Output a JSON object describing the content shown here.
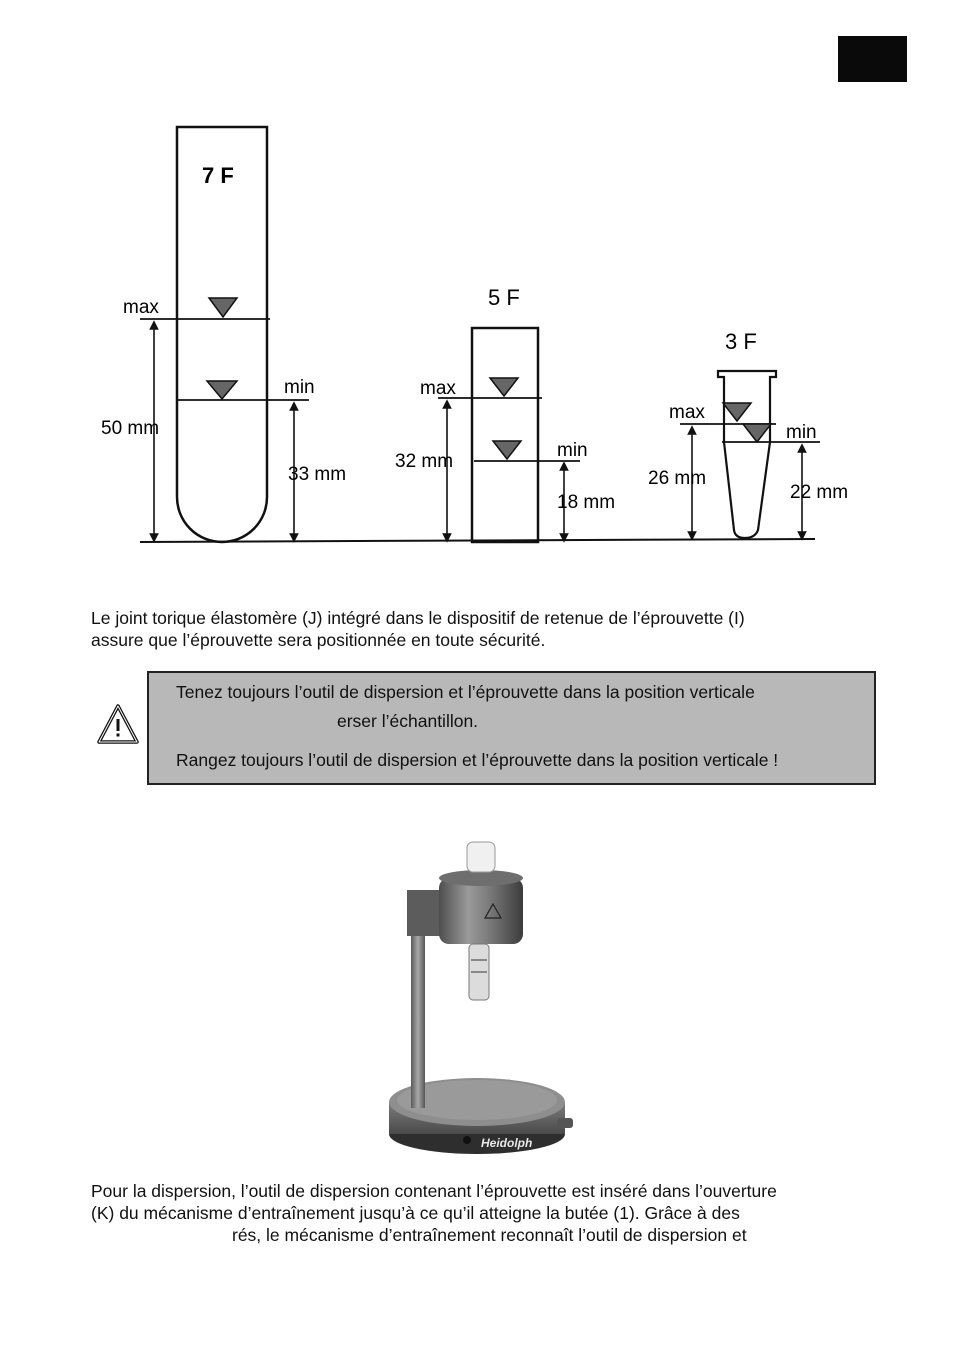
{
  "figure": {
    "tubes": [
      {
        "title": "7 F",
        "max_label": "max",
        "min_label": "min",
        "max_height": "50 mm",
        "min_height": "33 mm"
      },
      {
        "title": "5 F",
        "max_label": "max",
        "min_label": "min",
        "max_height": "32 mm",
        "min_height": "18 mm"
      },
      {
        "title": "3 F",
        "max_label": "max",
        "min_label": "min",
        "max_height": "26 mm",
        "min_height": "22 mm"
      }
    ]
  },
  "paragraph1": {
    "lines": [
      "Le joint torique élastomère (J) intégré dans le dispositif de retenue de l’éprouvette (I)",
      "assure que l’éprouvette sera positionnée en toute sécurité."
    ]
  },
  "warning": {
    "icon": "warning-triangle-icon",
    "line1": "Tenez toujours l’outil de dispersion et l’éprouvette dans la position verticale",
    "line2": "erser l’échantillon.",
    "line3": "Rangez toujours l’outil de dispersion et l’éprouvette dans la position verticale !"
  },
  "photo": {
    "brand": "Heidolph"
  },
  "paragraph2": {
    "lines": [
      "Pour la dispersion, l’outil de dispersion contenant l’éprouvette est inséré dans l’ouverture",
      "(K) du mécanisme d’entraînement jusqu’à ce qu’il atteigne la butée (1). Grâce à des",
      "rés, le mécanisme d’entraînement reconnaît l’outil de dispersion et"
    ]
  }
}
